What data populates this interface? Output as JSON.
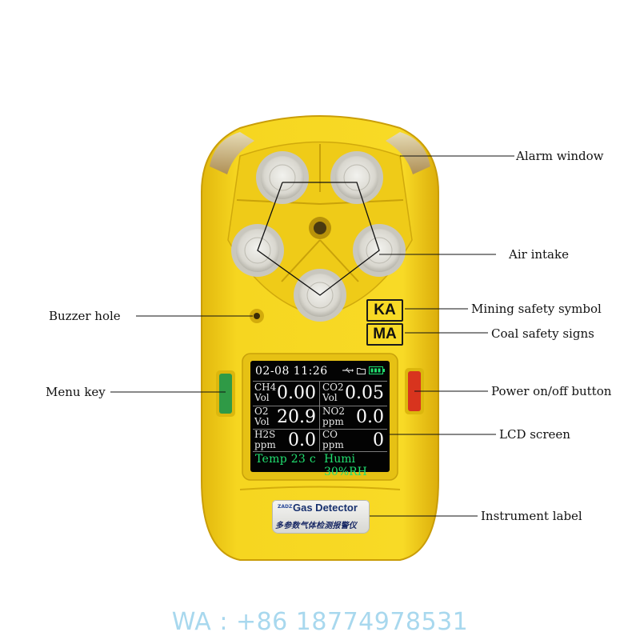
{
  "callouts": {
    "alarm_window": "Alarm window",
    "air_intake": "Air intake",
    "mining_safety": "Mining safety symbol",
    "coal_safety": "Coal safety signs",
    "buzzer_hole": "Buzzer hole",
    "menu_key": "Menu key",
    "power_button": "Power on/off button",
    "lcd_screen": "LCD screen",
    "instrument_label": "Instrument label"
  },
  "badges": {
    "ka": "KA",
    "ma": "MA"
  },
  "lcd": {
    "status_time": "02-08  11:26",
    "readings": [
      {
        "gas": "CH4",
        "unit": "Vol",
        "value": "0.00"
      },
      {
        "gas": "CO2",
        "unit": "Vol",
        "value": "0.05"
      },
      {
        "gas": "O2",
        "unit": "Vol",
        "value": "20.9"
      },
      {
        "gas": "NO2",
        "unit": "ppm",
        "value": "0.0"
      },
      {
        "gas": "H2S",
        "unit": "ppm",
        "value": "0.0"
      },
      {
        "gas": "CO",
        "unit": "ppm",
        "value": "0"
      }
    ],
    "temp": "Temp 23 c",
    "humidity": "Humi 30%RH"
  },
  "label": {
    "brand": "ZADZ",
    "title": "Gas Detector",
    "chinese": "多参数气体检测报警仪"
  },
  "contact": "WA : +86 18774978531",
  "colors": {
    "body": "#f4d21e",
    "menu_key": "#2f9a46",
    "power_key": "#d8341e",
    "lcd_value": "#ffffff",
    "lcd_footer": "#20e070",
    "watermark": "#a8d8ee"
  }
}
